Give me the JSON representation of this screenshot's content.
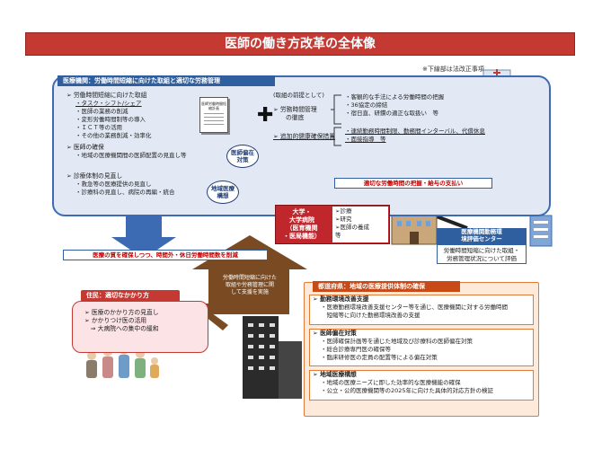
{
  "title": "医師の働き方改革の全体像",
  "legal_note": "※下線部は法改正事項",
  "medical": {
    "header": "医療機関：労働時間短縮に向けた取組と適切な労務管理",
    "block1_title": "労働時間短縮に向けた取組",
    "block1_items": [
      "・タスク・シフト/シェア",
      "・医師の業務の削減",
      "・変形労働時間制等の導入",
      "・ＩＣＴ等の活用",
      "・その他の業務削減・効率化"
    ],
    "doc_title": "医師労働時間短縮計画",
    "block2_title": "医師の確保",
    "block2_items": [
      "・地域の医療機関間の医師配置の見直し等"
    ],
    "block3_title": "診療体制の見直し",
    "block3_items": [
      "・救急等の医療提供の見直し",
      "・診療科の見直し、病院の再編・統合"
    ],
    "circle1": [
      "医師偏在",
      "対策"
    ],
    "circle2": [
      "地域医療",
      "構想"
    ],
    "premise": "(取組の前提として)",
    "mgmt_label": [
      "労務時間管理",
      "の徹底"
    ],
    "health_label": "追加的健康確保措置",
    "mgmt_items": [
      "・客観的な手法による労働時間の把握",
      "・36協定の締結",
      "・宿日直、研鑽の適正な取扱い　等"
    ],
    "health_items": [
      "・連続勤務時間制限、勤務間インターバル、代償休息",
      "・面接指導　等"
    ],
    "banner_pay": "適切な労働時間の把握・給与の支払い"
  },
  "banner_quality": "医療の質を確保しつつ、時間外・休日労働時間数を削減",
  "university": {
    "title": [
      "大学・",
      "大学病院",
      "（医育機関",
      "・医局機能）"
    ],
    "items": [
      "➢診療",
      "➢研究",
      "➢医師の養成",
      "等"
    ]
  },
  "evaluation": {
    "title": [
      "医療機関勤務環",
      "境評価センター"
    ],
    "desc": [
      "労働時間短縮に向けた取組・",
      "労務管理状況について評価"
    ]
  },
  "support_label": [
    "労働時間短縮に向けた",
    "取組や労務管理に関",
    "して支援を実施"
  ],
  "residents": {
    "header": "住民：適切なかかり方",
    "items": [
      "➢ 医療のかかり方の見直し",
      "➢ かかりつけ医の活用",
      "　⇒ 大病院への集中の緩和"
    ]
  },
  "prefecture": {
    "header": "都道府県：地域の医療提供体制の確保",
    "sections": [
      {
        "title": "勤務環境改善支援",
        "items": [
          "・医療勤務環境改善支援センター等を通じ、医療機関に対する労働時間",
          "　短縮等に向けた勤務環境改善の支援"
        ]
      },
      {
        "title": "医師偏在対策",
        "items": [
          "・医師確保計画等を通じた地域及び診療科の医師偏在対策",
          "・総合診療専門医の確保等",
          "・臨床研修医の定員の配置等による偏在対策"
        ]
      },
      {
        "title": "地域医療構想",
        "items": [
          "・地域の医療ニーズに即した効率的な医療機能の確保",
          "・公立・公的医療機関等の2025年に向けた具体的対応方針の検証"
        ]
      }
    ]
  },
  "colors": {
    "red": "#c43a33",
    "blue": "#2f5f9e",
    "orange": "#e07b39",
    "brown": "#7a4b22"
  }
}
